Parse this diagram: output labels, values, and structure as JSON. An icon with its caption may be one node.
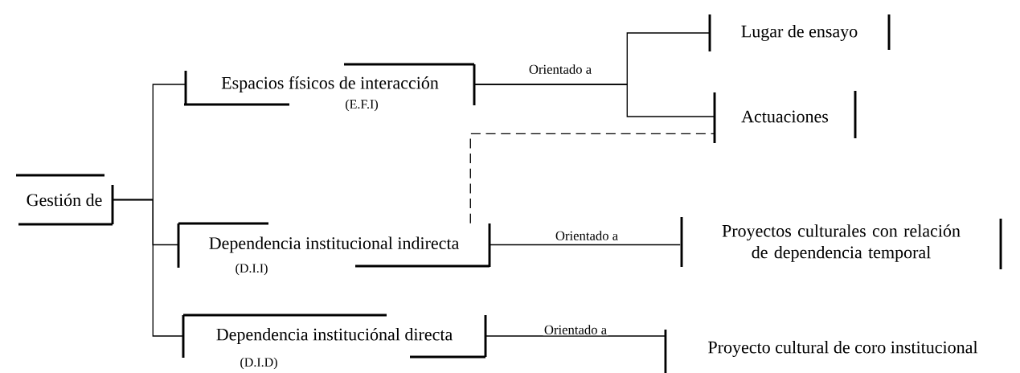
{
  "diagram": {
    "nodes": [
      {
        "text": [
          "Gestión de"
        ]
      },
      {
        "text": [
          "Espacios físicos de interacción",
          "(E.F.I)"
        ]
      },
      {
        "text": [
          "Dependencia institucional indirecta",
          "(D.I.I)"
        ]
      },
      {
        "text": [
          "Dependencia instituciónal directa",
          "(D.I.D)"
        ]
      },
      {
        "text": [
          "Lugar de ensayo"
        ]
      },
      {
        "text": [
          "Actuaciones"
        ]
      },
      {
        "text": [
          "Proyectos culturales con relación de dependencia temporal"
        ]
      },
      {
        "text": [
          "Proyecto cultural de coro institucional"
        ]
      }
    ],
    "edges": [
      {
        "from": 0,
        "to": 1,
        "arrow": "none"
      },
      {
        "from": 0,
        "to": 2,
        "arrow": "none"
      },
      {
        "from": 0,
        "to": 3,
        "arrow": "none"
      },
      {
        "from": 1,
        "to": 4,
        "arrow": "none",
        "label": "Orientado a"
      },
      {
        "from": 1,
        "to": 5,
        "arrow": "none"
      },
      {
        "from": 2,
        "to": 5,
        "arrow": "none",
        "style": "dashed"
      },
      {
        "from": 2,
        "to": 6,
        "arrow": "none",
        "label": "Orientado a"
      },
      {
        "from": 3,
        "to": 7,
        "arrow": "none",
        "label": "Orientado a"
      }
    ]
  }
}
